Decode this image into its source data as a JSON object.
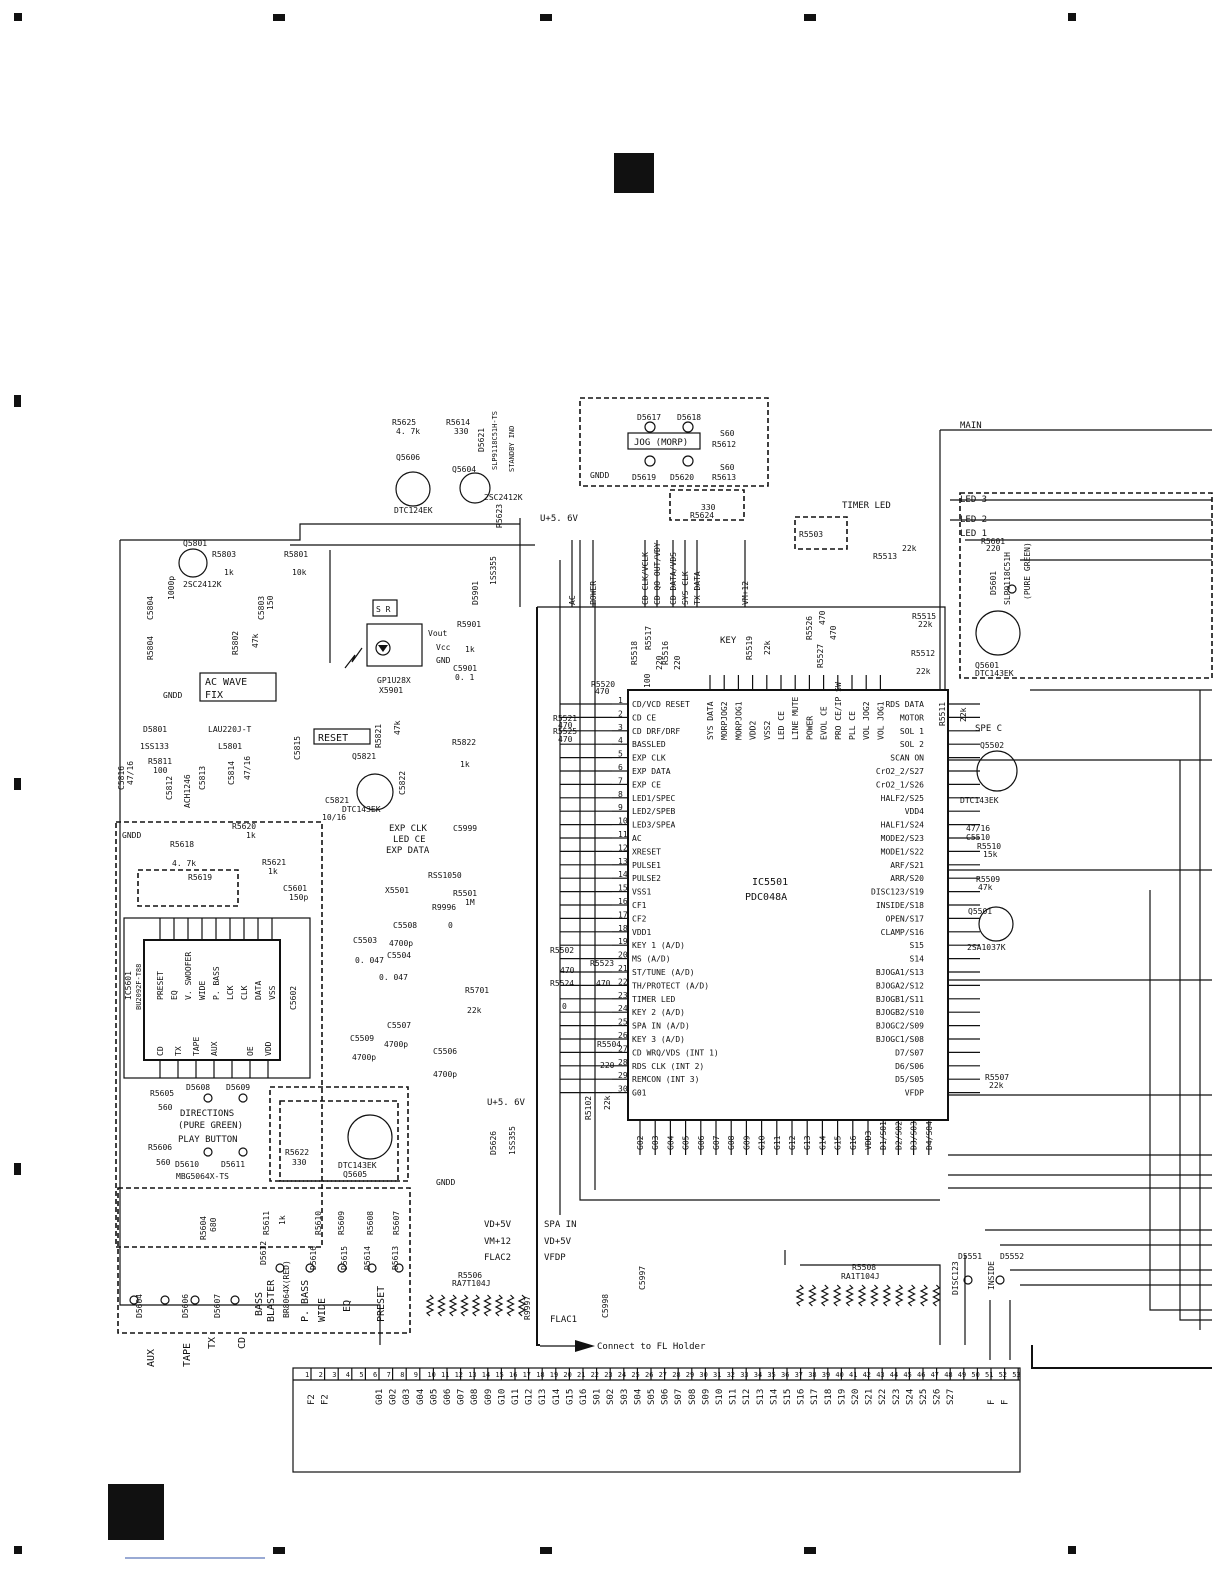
{
  "page": {
    "block_marker_bottom_left": ""
  },
  "top_labels": {
    "main": "MAIN",
    "timer_led": "TIMER LED",
    "key": "KEY",
    "u5v_top": "U+5. 6V",
    "u5v_mid": "U+5. 6V",
    "sr": "S R",
    "reset": "RESET",
    "ac_wave_fix": [
      "AC WAVE",
      "FIX"
    ],
    "jog_morp": "JOG (MORP)",
    "spe_c": "SPE C",
    "standby_ind": "STANDBY IND",
    "pure_green_right": "(PURE GREEN)",
    "gndd": "GNDD",
    "connect_fl": "Connect to FL Holder",
    "directions": [
      "DIRECTIONS",
      "(PURE GREEN)",
      "PLAY BUTTON"
    ]
  },
  "parts": {
    "r5625": [
      "R5625",
      "4. 7k"
    ],
    "r5614": [
      "R5614",
      "330"
    ],
    "d5621": "D5621",
    "slp_standby": "SLP9118C51H-TS",
    "q5606": "Q5606",
    "dtc124ek": "DTC124EK",
    "q5604": "Q5604",
    "c2sc2412k_a": "2SC2412K",
    "r5623": "R5623",
    "d5617": "D5617",
    "d5618": "D5618",
    "d5619": "D5619",
    "d5620": "D5620",
    "s60a": "S60",
    "s60b": "S60",
    "r5612": "R5612",
    "r5613": "R5613",
    "r5624": [
      "330",
      "R5624"
    ],
    "r5503": "R5503",
    "q5801": "Q5801",
    "r5803": [
      "R5803",
      "1k"
    ],
    "r5801": [
      "R5801",
      "10k"
    ],
    "c2sc2412k_b": "2SC2412K",
    "c5804": [
      "C5804",
      "1000p"
    ],
    "r5804": "R5804",
    "r5802": [
      "R5802",
      "47k"
    ],
    "c5803": [
      "C5803",
      "150"
    ],
    "d5801": "D5801",
    "ss133": "1SS133",
    "lau": "LAU220J-T",
    "l5801": "L5801",
    "r5811": [
      "R5811",
      "100"
    ],
    "c5816": [
      "C5816",
      "47/16"
    ],
    "c5812": "C5812",
    "ach": "ACH1246",
    "c5813": "C5813",
    "c5814": [
      "C5814",
      "47/16"
    ],
    "c5815": "C5815",
    "d5901": "D5901",
    "ss355a": "1SS355",
    "gp1u": "GP1U28X",
    "x5901": "X5901",
    "vout": "Vout",
    "vcc": "Vcc",
    "gnd": "GND",
    "r5901": [
      "R5901",
      "1k"
    ],
    "c5901": [
      "C5901",
      "0. 1"
    ],
    "q5821": "Q5821",
    "r5821": [
      "R5821",
      "47k"
    ],
    "r5822": [
      "R5822",
      "1k"
    ],
    "c5821": [
      "C5821",
      "10/16"
    ],
    "c5822": "C5822",
    "dtc143ek_a": "DTC143EK",
    "r5620": [
      "R5620",
      "1k"
    ],
    "r5618": [
      "R5618",
      "4. 7k"
    ],
    "r5621": [
      "R5621",
      "1k"
    ],
    "r5619": "R5619",
    "c5601": [
      "C5601",
      "150p"
    ],
    "c5602": "C5602",
    "ic5601": [
      "IC5601",
      "BU2092F-T88"
    ],
    "exp_clk": "EXP CLK",
    "led_ce": "LED CE",
    "exp_data": "EXP DATA",
    "c5999": "C5999",
    "x5501": "X5501",
    "rss1050": "RSS1050",
    "r5501": [
      "R5501",
      "1M"
    ],
    "r9996": [
      "R9996",
      "0"
    ],
    "c5508": [
      "C5508",
      "4700p"
    ],
    "c5503": [
      "C5503",
      "0. 047"
    ],
    "c5504": [
      "C5504",
      "0. 047"
    ],
    "r5502": [
      "R5502",
      "470"
    ],
    "r5523": [
      "R5523",
      "470"
    ],
    "r5524": [
      "R5524",
      "0"
    ],
    "r5701": [
      "R5701",
      "22k"
    ],
    "c5507": [
      "C5507",
      "4700p"
    ],
    "c5509": [
      "C5509",
      "4700p"
    ],
    "c5506": [
      "C5506",
      "4700p"
    ],
    "r5504": [
      "R5504",
      "220"
    ],
    "r5102": [
      "R5102",
      "22k"
    ],
    "d5626": [
      "D5626",
      "1SS355"
    ],
    "r5605": [
      "R5605",
      "560"
    ],
    "d5608": "D5608",
    "d5609": "D5609",
    "r5606": [
      "R5606",
      "560"
    ],
    "d5610": "D5610",
    "d5611": "D5611",
    "mbg": "MBG5064X-TS",
    "r5622": [
      "R5622",
      "330"
    ],
    "dtc143ek_b": "DTC143EK",
    "q5605": "Q5605",
    "r5520": [
      "R5520",
      "470"
    ],
    "r5521": [
      "R5521",
      "470"
    ],
    "r5525": [
      "R5525",
      "470"
    ],
    "r5518": [
      "R5518",
      "100"
    ],
    "r5517": [
      "R5517",
      "220"
    ],
    "r5516": [
      "R5516",
      "220"
    ],
    "r5519": [
      "R5519",
      "22k"
    ],
    "r5526": [
      "R5526",
      "470"
    ],
    "r5527": [
      "R5527",
      "470"
    ],
    "r5513": [
      "R5513",
      "22k"
    ],
    "r5515": [
      "R5515",
      "22k"
    ],
    "r5512": [
      "R5512",
      "22k"
    ],
    "r5511": [
      "R5511",
      "22k"
    ],
    "r5601": [
      "R5601",
      "220"
    ],
    "d5601": "D5601",
    "slp_right": "SLP9118C51H",
    "q5601": "Q5601",
    "dtc143ek_c": "DTC143EK",
    "led3": "LED 3",
    "led2": "LED 2",
    "led1": "LED 1",
    "q5502": "Q5502",
    "dtc143ek_d": "DTC143EK",
    "c5510": [
      "C5510",
      "47/16"
    ],
    "r5510": [
      "R5510",
      "15k"
    ],
    "r5509": [
      "R5509",
      "47k"
    ],
    "q5501": "Q5501",
    "a2sa": "2SA1037K",
    "r5507": [
      "R5507",
      "22k"
    ],
    "vd5v_a": "VD+5V",
    "vm12_a": "VM+12",
    "flac2": "FLAC2",
    "spa_in": "SPA IN",
    "vd5v_b": "VD+5V",
    "vfdp": "VFDP",
    "flac1": "FLAC1",
    "r5506": [
      "R5506",
      "RA7T104J"
    ],
    "r9997": "R9997",
    "c5997": "C5997",
    "c5998": "C5998",
    "r5508": [
      "R5508",
      "RA1T104J"
    ],
    "d5551": "D5551",
    "d5552": "D5552",
    "disc123": "DISC123",
    "inside": "INSIDE",
    "r5604": [
      "R5604",
      "680"
    ],
    "r5611": [
      "R5611",
      "1k"
    ],
    "r5610": "R5610",
    "r5609": "R5609",
    "r5608": "R5608",
    "r5607": "R5607",
    "d5604": "D5604",
    "d5606": "D5606",
    "d5607": "D5607",
    "d5612": "D5612",
    "d5616": "D5616",
    "d5615": "D5615",
    "d5614": "D5614",
    "d5613": "D5613",
    "bass_blaster": [
      "BASS",
      "BLASTER"
    ],
    "br": "BR8064X(RED)",
    "bottom_tags": [
      "AUX",
      "TAPE",
      "TX",
      "CD"
    ],
    "bottom_tags2": [
      "P. BASS",
      "WIDE",
      "EQ",
      "PRESET"
    ]
  },
  "ic5601_pins_top": [
    "PRESET",
    "EQ",
    "V. SWOOFER",
    "WIDE",
    "P. BASS",
    "LCK",
    "CLK",
    "DATA",
    "VSS"
  ],
  "ic5601_pins_bottom": [
    "CD",
    "TX",
    "TAPE",
    "AUX",
    "",
    "OE",
    "VDD"
  ],
  "ic5501": {
    "name": "IC5501",
    "part": "PDC048A",
    "left_pins": [
      "CD/VCD RESET",
      "CD CE",
      "CD DRF/DRF",
      "BASSLED",
      "EXP CLK",
      "EXP DATA",
      "EXP CE",
      "LED1/SPEC",
      "LED2/SPEB",
      "LED3/SPEA",
      "AC",
      "XRESET",
      "PULSE1",
      "PULSE2",
      "VSS1",
      "CF1",
      "CF2",
      "VDD1",
      "KEY 1 (A/D)",
      "MS (A/D)",
      "ST/TUNE (A/D)",
      "TH/PROTECT (A/D)",
      "TIMER LED",
      "KEY 2 (A/D)",
      "SPA IN (A/D)",
      "KEY 3 (A/D)",
      "CD WRQ/VDS (INT 1)",
      "RDS CLK (INT 2)",
      "REMCON (INT 3)",
      "G01"
    ],
    "right_pins": [
      "RDS DATA",
      "MOTOR",
      "SOL 1",
      "SOL 2",
      "SCAN ON",
      "CrO2_2/S27",
      "CrO2_1/S26",
      "HALF2/S25",
      "VDD4",
      "HALF1/S24",
      "MODE2/S23",
      "MODE1/S22",
      "ARF/S21",
      "ARR/S20",
      "DISC123/S19",
      "INSIDE/S18",
      "OPEN/S17",
      "CLAMP/S16",
      "S15",
      "S14",
      "BJOGA1/S13",
      "BJOGA2/S12",
      "BJOGB1/S11",
      "BJOGB2/S10",
      "BJOGC2/S09",
      "BJOGC1/S08",
      "D7/S07",
      "D6/S06",
      "D5/S05",
      "VFDP"
    ],
    "top_pins": [
      "SYS DATA",
      "MORPJOG2",
      "MORPJOG1",
      "VDD2",
      "VSS2",
      "LED CE",
      "LINE MUTE",
      "POWER",
      "EVOL CE",
      "PRO CE/IP SW",
      "PLL CE",
      "VOL JOG2",
      "VOL JOG1"
    ],
    "bottom_pins": [
      "G02",
      "G03",
      "G04",
      "G05",
      "G06",
      "G07",
      "G08",
      "G09",
      "G10",
      "G11",
      "G12",
      "G13",
      "G14",
      "G15",
      "G16",
      "VDD3",
      "D1/S01",
      "D2/S02",
      "D3/S03",
      "D4/S04"
    ],
    "top_signals": [
      "AC",
      "POWER",
      "CD CLK/VCLK",
      "CD QO OUT/VDY",
      "CD DATA/VDS",
      "SYS CLK",
      "TX DATA",
      "VM+12"
    ]
  },
  "fl_connector": {
    "labels": [
      "F2",
      "F2",
      "",
      "",
      "",
      "G01",
      "G02",
      "G03",
      "G04",
      "G05",
      "G06",
      "G07",
      "G08",
      "G09",
      "G10",
      "G11",
      "G12",
      "G13",
      "G14",
      "G15",
      "G16",
      "S01",
      "S02",
      "S03",
      "S04",
      "S05",
      "S06",
      "S07",
      "S08",
      "S09",
      "S10",
      "S11",
      "S12",
      "S13",
      "S14",
      "S15",
      "S16",
      "S17",
      "S18",
      "S19",
      "S20",
      "S21",
      "S22",
      "S23",
      "S24",
      "S25",
      "S26",
      "S27",
      "",
      "",
      "F",
      "F"
    ],
    "numbers": [
      "1",
      "2",
      "3",
      "4",
      "5",
      "6",
      "7",
      "8",
      "9",
      "10",
      "11",
      "12",
      "13",
      "14",
      "15",
      "16",
      "17",
      "18",
      "19",
      "20",
      "21",
      "22",
      "23",
      "24",
      "25",
      "26",
      "27",
      "28",
      "29",
      "30",
      "31",
      "32",
      "33",
      "34",
      "35",
      "36",
      "37",
      "38",
      "39",
      "40",
      "41",
      "42",
      "43",
      "44",
      "45",
      "46",
      "47",
      "48",
      "49",
      "50",
      "51",
      "52",
      "53"
    ]
  }
}
